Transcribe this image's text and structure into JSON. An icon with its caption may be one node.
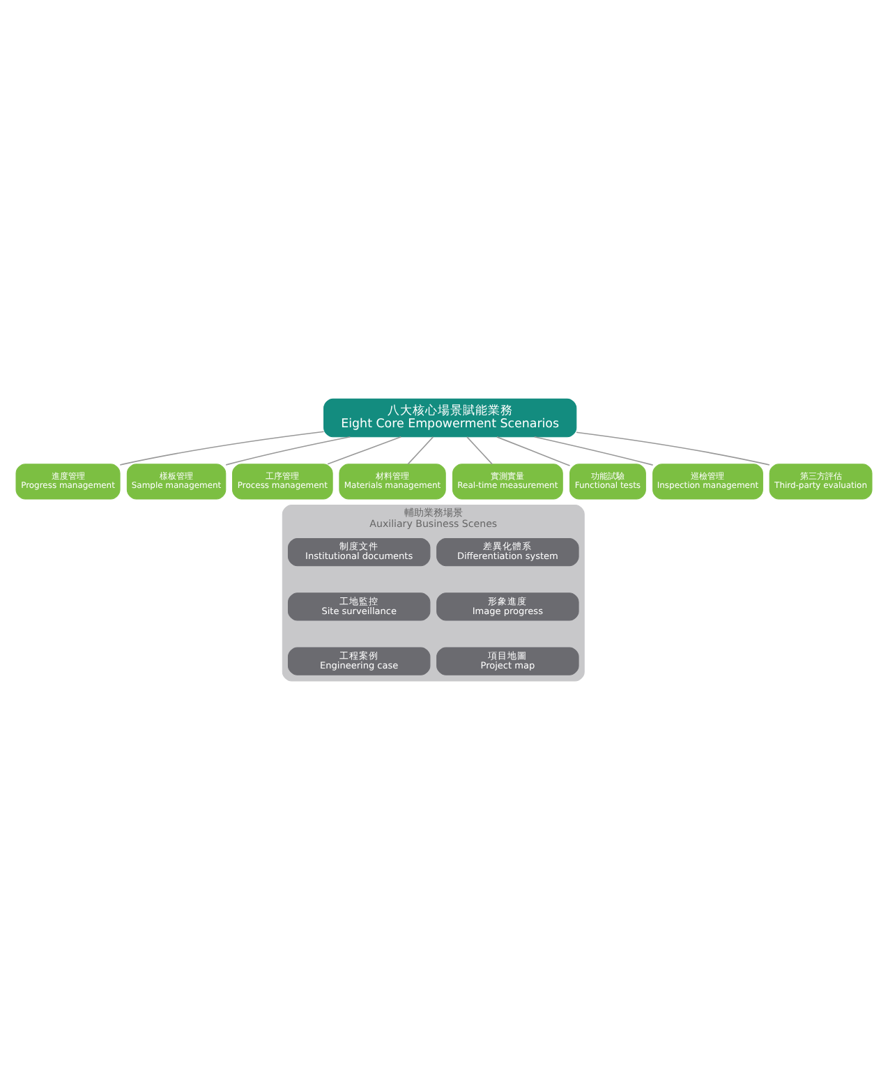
{
  "diagram": {
    "nodes": [
      {
        "text": [
          "八大核心場景賦能業務",
          "Eight Core Empowerment Scenarios"
        ]
      },
      {
        "text": [
          "進度管理",
          "Progress management"
        ]
      },
      {
        "text": [
          "樣板管理",
          "Sample management"
        ]
      },
      {
        "text": [
          "工序管理",
          "Process management"
        ]
      },
      {
        "text": [
          "材料管理",
          "Materials management"
        ]
      },
      {
        "text": [
          "實測實量",
          "Real-time measurement"
        ]
      },
      {
        "text": [
          "功能試驗",
          "Functional tests"
        ]
      },
      {
        "text": [
          "巡檢管理",
          "Inspection management"
        ]
      },
      {
        "text": [
          "第三方評估",
          "Third-party evaluation"
        ]
      },
      {
        "text": [
          "輔助業務場景",
          "Auxiliary Business Scenes"
        ]
      },
      {
        "text": [
          "差異化體系",
          "Differentiation system"
        ],
        "in": 9
      },
      {
        "text": [
          "制度文件",
          "Institutional documents"
        ],
        "in": 9
      },
      {
        "text": [
          "形象進度",
          "Image progress"
        ],
        "in": 9
      },
      {
        "text": [
          "工地監控",
          "Site surveillance"
        ],
        "in": 9
      },
      {
        "text": [
          "項目地圖",
          "Project map"
        ],
        "in": 9
      },
      {
        "text": [
          "工程案例",
          "Engineering case"
        ],
        "in": 9
      }
    ],
    "edges": [
      {
        "from": 0,
        "to": 1,
        "arrow": "none"
      },
      {
        "from": 0,
        "to": 2,
        "arrow": "none"
      },
      {
        "from": 0,
        "to": 3,
        "arrow": "none"
      },
      {
        "from": 0,
        "to": 4,
        "arrow": "none"
      },
      {
        "from": 0,
        "to": 5,
        "arrow": "none"
      },
      {
        "from": 0,
        "to": 6,
        "arrow": "none"
      },
      {
        "from": 0,
        "to": 7,
        "arrow": "none"
      },
      {
        "from": 0,
        "to": 8,
        "arrow": "none"
      }
    ]
  }
}
